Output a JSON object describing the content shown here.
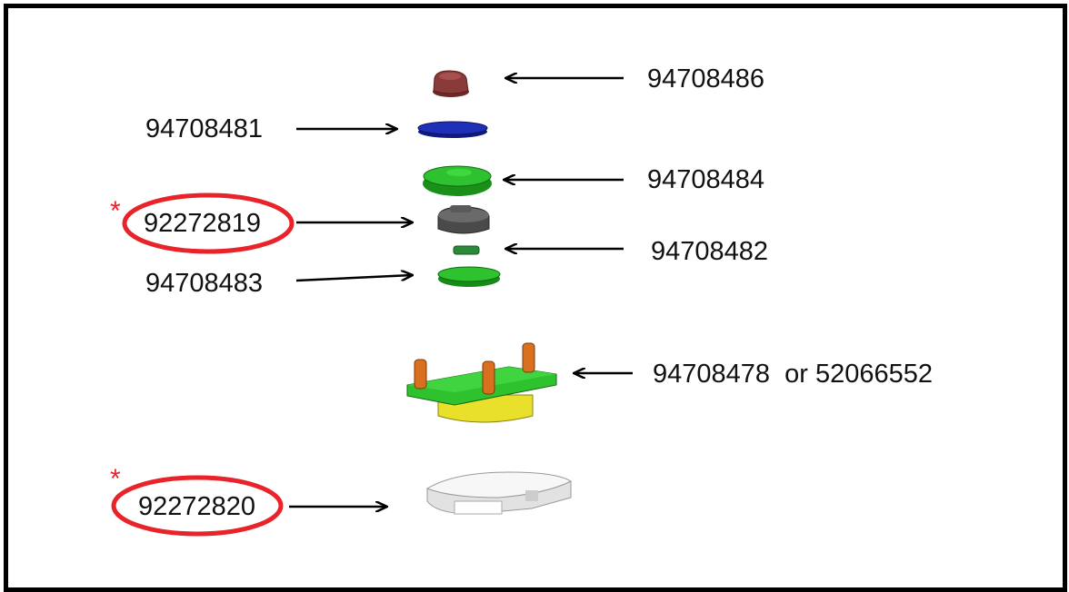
{
  "parts": {
    "p1": {
      "number": "94708486"
    },
    "p2": {
      "number": "94708481"
    },
    "p3": {
      "number": "94708484"
    },
    "p4": {
      "number": "92272819",
      "marker": "*",
      "highlight_color": "#e8232a"
    },
    "p5": {
      "number": "94708482"
    },
    "p6": {
      "number": "94708483"
    },
    "p7": {
      "number": "94708478  or 52066552"
    },
    "p8": {
      "number": "92272820",
      "marker": "*",
      "highlight_color": "#e8232a"
    }
  },
  "colors": {
    "frame": "#000000",
    "highlight": "#e8232a",
    "arrow": "#000000",
    "cap": "#8b3a3a",
    "blue_washer": "#1f2fb8",
    "green_parts": "#2fc22f",
    "gray_bushing": "#555555",
    "yellow_base": "#e8e02a",
    "orange_studs": "#d9701f",
    "white_ring": "#f2f2f2"
  }
}
